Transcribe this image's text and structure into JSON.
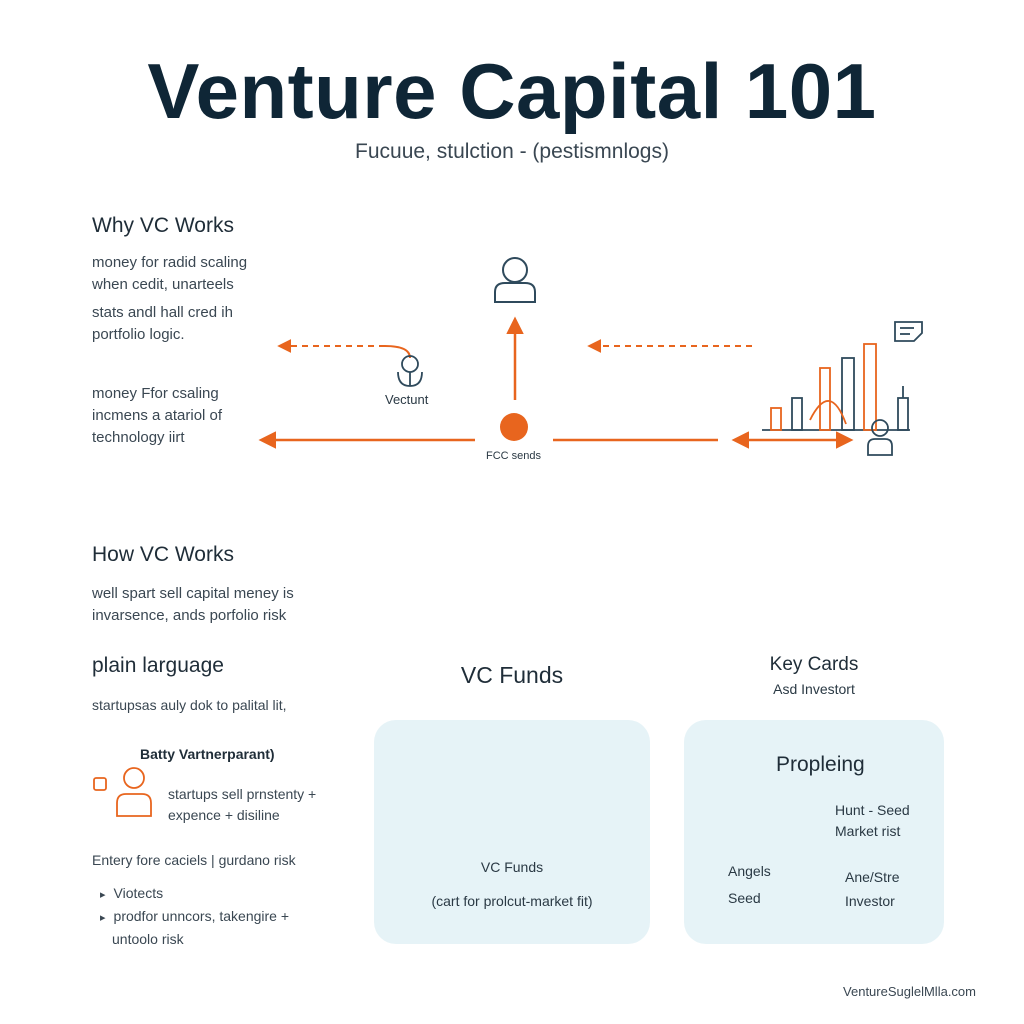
{
  "header": {
    "title": "Venture Capital 101",
    "subtitle": "Fucuue, stulction - (pestismnlogs)"
  },
  "why": {
    "heading": "Why VC Works",
    "para1": [
      "money for radid scaling",
      "when cedit, unarteels"
    ],
    "para2": [
      "stats andl hall cred ih",
      "portfolio logic."
    ],
    "para3": [
      "money Ffor csaling",
      "incmens a atariol of",
      "technology iirt"
    ]
  },
  "diagram": {
    "left_node_label": "Vectunt",
    "center_label": "FCC sends",
    "accent_color": "#e8651e",
    "line_color": "#2f4a5c"
  },
  "how": {
    "heading": "How VC Works",
    "para": [
      "well spart sell capital meney is",
      "invarsence, ands porfolio risk"
    ]
  },
  "plain": {
    "heading": "plain larguage",
    "para": "startupsas auly dok to palital lit,",
    "callout_title": "Batty Vartnerparant)",
    "callout_lines": [
      "startups sell prnstenty +",
      "expence + disiline"
    ],
    "risk_line": "Entery fore caciels | gurdano risk",
    "bullets": [
      "Viotects",
      "prodfor unncors, takengire +"
    ],
    "bullet_continuation": "untoolo risk"
  },
  "funds": {
    "heading": "VC Funds",
    "card_label": "VC Funds",
    "card_caption": "(cart for prolcut-market fit)"
  },
  "key": {
    "heading": "Key Cards",
    "subheading": "Asd Investort",
    "card_title": "Propleing",
    "right_top": [
      "Hunt - Seed",
      "Market rist"
    ],
    "left_bottom": [
      "Angels",
      "Seed"
    ],
    "right_bottom": [
      "Ane/Stre",
      "Investor"
    ]
  },
  "footer": {
    "watermark": "VentureSuglelMlla.com"
  }
}
